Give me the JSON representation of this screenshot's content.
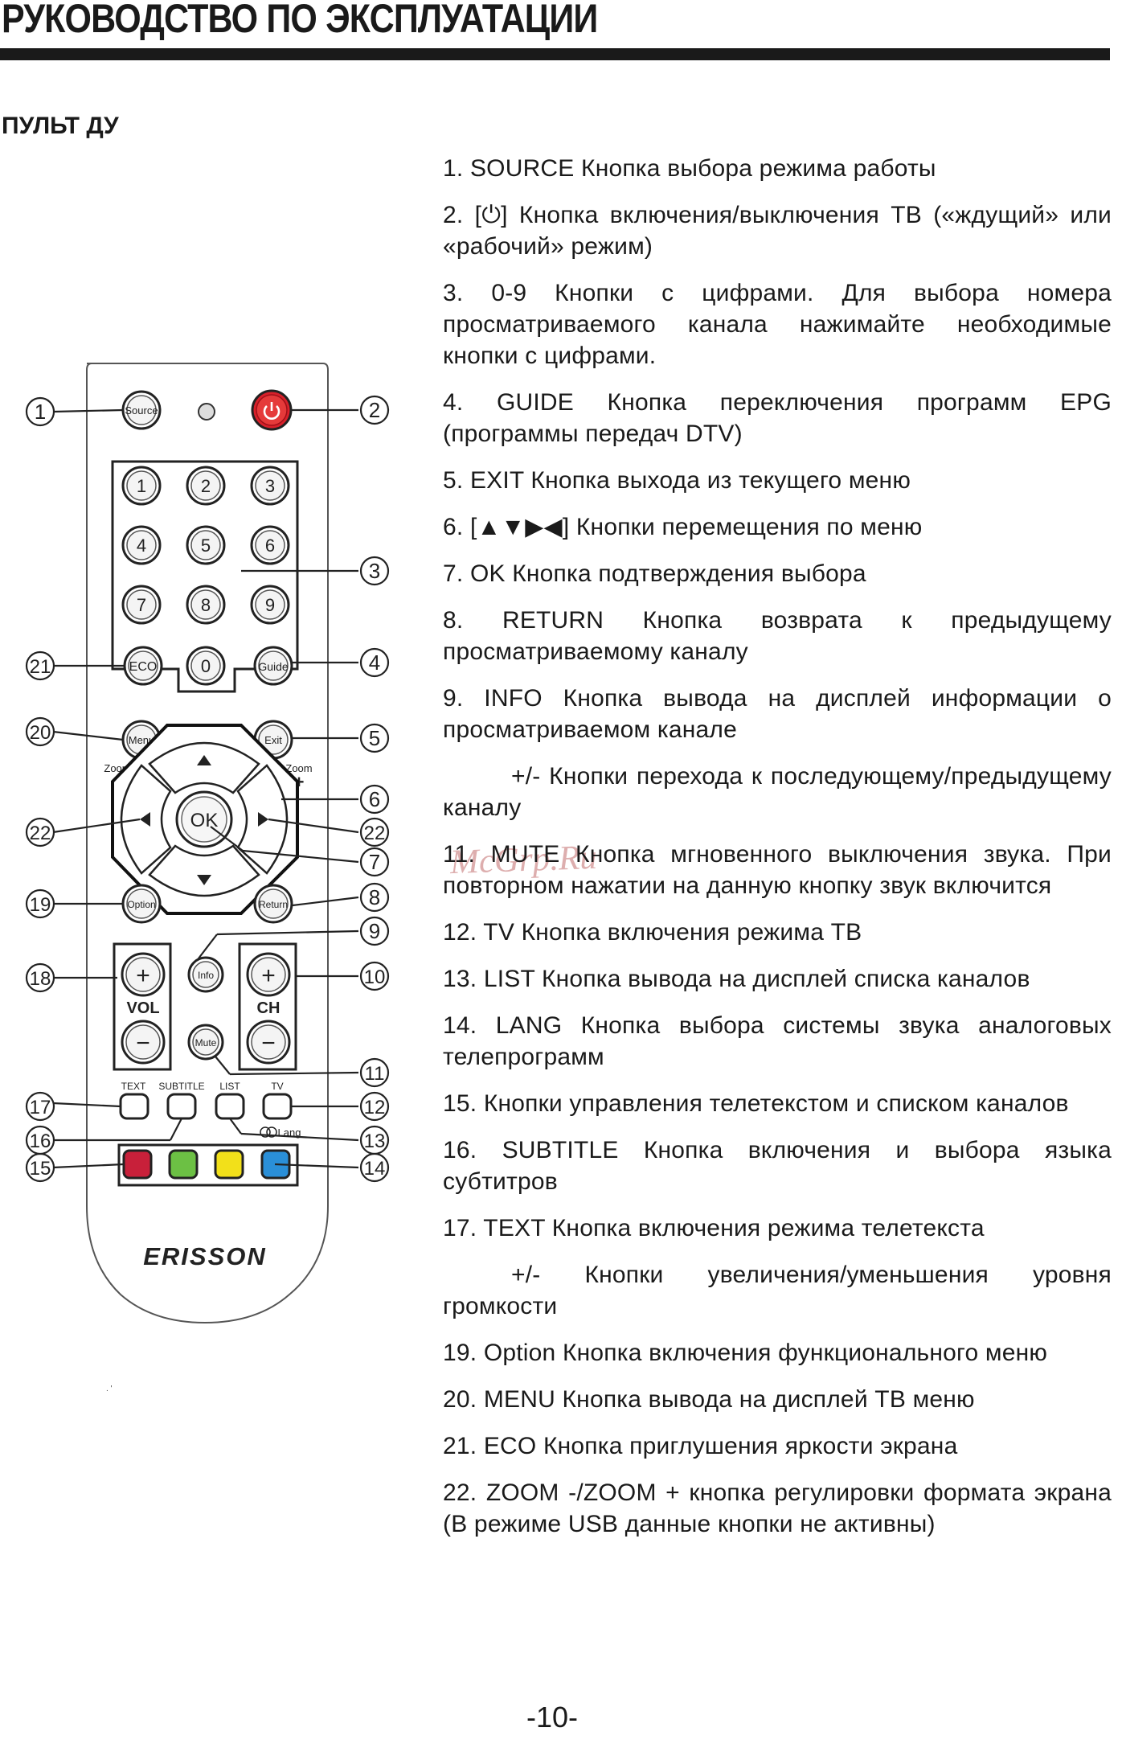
{
  "header": {
    "title": "РУКОВОДСТВО ПО ЭКСПЛУАТАЦИИ"
  },
  "section": {
    "title": "ПУЛЬТ ДУ"
  },
  "watermark": "McGrp.Ru",
  "remote": {
    "brand": "ERISSON",
    "buttons": {
      "source": "Source",
      "eco": "ECO",
      "guide": "Guide",
      "menu": "Menu",
      "exit": "Exit",
      "ok": "OK",
      "option": "Option",
      "return": "Return",
      "info": "Info",
      "mute": "Mute",
      "vol": "VOL",
      "ch": "CH",
      "plus": "+",
      "minus": "−",
      "zoom_minus": "Zoom",
      "zoom_plus": "Zoom",
      "zoom_minus_sign": "-",
      "zoom_plus_sign": "+",
      "text": "TEXT",
      "subtitle": "SUBTITLE",
      "list": "LIST",
      "tv": "TV",
      "lang": "Lang",
      "digits": [
        "1",
        "2",
        "3",
        "4",
        "5",
        "6",
        "7",
        "8",
        "9",
        "0"
      ]
    },
    "callouts": [
      "1",
      "2",
      "3",
      "4",
      "5",
      "6",
      "7",
      "8",
      "9",
      "10",
      "11",
      "12",
      "13",
      "14",
      "15",
      "16",
      "17",
      "18",
      "19",
      "20",
      "21",
      "22",
      "22"
    ],
    "colors": {
      "red": "#c8203a",
      "green": "#6cc044",
      "yellow": "#f2e01a",
      "blue": "#2a8fd8",
      "power": "#d9202a"
    }
  },
  "descriptions": [
    {
      "text": "1. SOURCE Кнопка выбора режима работы"
    },
    {
      "text": "2. [⏻] Кнопка включения/выключения ТВ («ждущий» или «рабочий» режим)"
    },
    {
      "text": "3. 0-9 Кнопки с цифрами. Для выбора номера просматриваемого канала нажимайте необходимые кнопки с цифрами."
    },
    {
      "text": "4. GUIDE Кнопка переключения программ EPG (программы передач DTV)"
    },
    {
      "text": "5. EXIT Кнопка выхода из текущего меню"
    },
    {
      "text": "6. [▲▼▶◀] Кнопки перемещения по меню"
    },
    {
      "text": "7. OK Кнопка подтверждения выбора"
    },
    {
      "text": "8. RETURN Кнопка возврата к предыдущему просматриваемому каналу"
    },
    {
      "text": "9. INFO Кнопка вывода на дисплей информации о просматриваемом канале"
    },
    {
      "text": "+/- Кнопки перехода к последующему/предыдущему каналу",
      "indent": true
    },
    {
      "text": "11. MUTE Кнопка мгновенного выключения звука. При повторном нажатии на данную кнопку звук включится"
    },
    {
      "text": "12. TV Кнопка включения режима ТВ"
    },
    {
      "text": "13. LIST Кнопка вывода на дисплей списка каналов"
    },
    {
      "text": "14. LANG Кнопка выбора системы звука аналоговых телепрограмм"
    },
    {
      "text": "15. Кнопки управления телетекстом и списком каналов"
    },
    {
      "text": "16. SUBTITLE Кнопка включения и выбора языка субтитров"
    },
    {
      "text": "17. TEXT Кнопка включения режима телетекста"
    },
    {
      "text": "+/- Кнопки увеличения/уменьшения уровня громкости",
      "indent": true
    },
    {
      "text": "19. Option Кнопка включения функционального меню"
    },
    {
      "text": "20. MENU Кнопка вывода на дисплей ТВ меню"
    },
    {
      "text": "21. ECO Кнопка приглушения яркости экрана"
    },
    {
      "text": "22. ZOOM -/ZOOM + кнопка регулировки формата экрана (В режиме USB данные кнопки не активны)"
    }
  ],
  "footer": {
    "page_number": "-10-"
  }
}
